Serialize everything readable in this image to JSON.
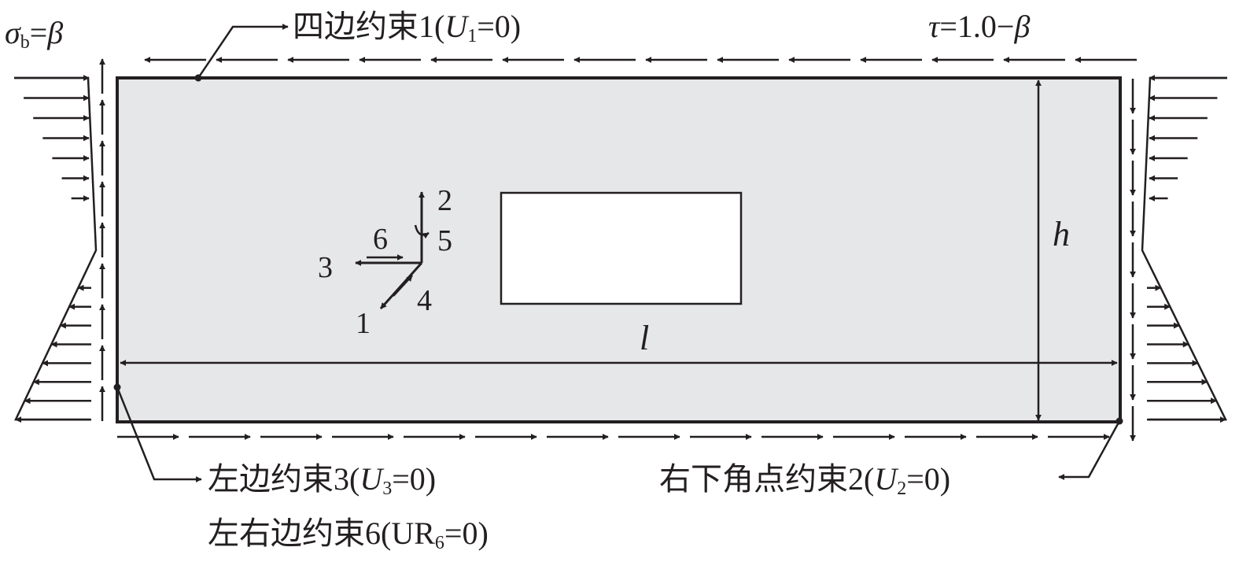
{
  "labels": {
    "sigma_sym": "σ",
    "sigma_sub": "b",
    "sigma_eq": "=",
    "sigma_beta": "β",
    "tau_sym": "τ",
    "tau_eq": "=1.0−",
    "tau_beta": "β",
    "c1_text": "四边约束1(",
    "c1_var": "U",
    "c1_sub": "1",
    "c1_end": "=0)",
    "c2_text": "右下角点约束2(",
    "c2_var": "U",
    "c2_sub": "2",
    "c2_end": "=0)",
    "c3_text": "左边约束3(",
    "c3_var": "U",
    "c3_sub": "3",
    "c3_end": "=0)",
    "c6_text": "左右边约束6(UR",
    "c6_sub": "6",
    "c6_end": "=0)",
    "h": "h",
    "l": "l"
  },
  "axes": {
    "a1": "1",
    "a2": "2",
    "a3": "3",
    "a4": "4",
    "a5": "5",
    "a6": "6"
  },
  "colors": {
    "stroke": "#231f20",
    "plate": "#e6e7e8",
    "hole": "#ffffff"
  }
}
